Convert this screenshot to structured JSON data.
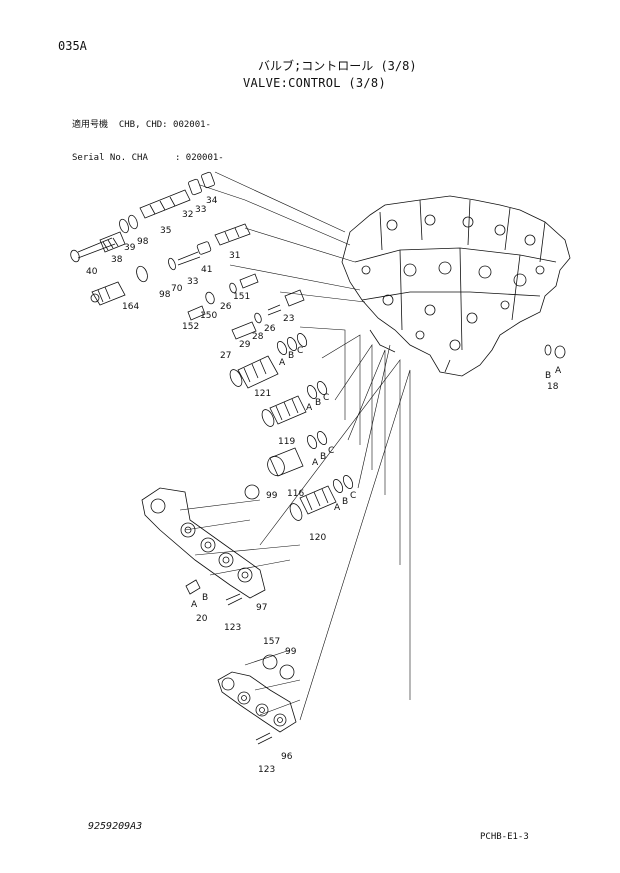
{
  "header": {
    "page_id": "035A",
    "title_jp": "バルブ;コントロール (3/8)",
    "title_en": "VALVE:CONTROL (3/8)",
    "serial_lines": [
      "適用号機  CHB, CHD: 002001-",
      "Serial No. CHA     : 020001-"
    ]
  },
  "footer": {
    "doc_code": "9259209A3",
    "page_code": "PCHB-E1-3"
  },
  "callouts": {
    "p34": "34",
    "p32": "32",
    "p33a": "33",
    "p35": "35",
    "p39": "39",
    "p98a": "98",
    "p38": "38",
    "p40": "40",
    "p31": "31",
    "p41": "41",
    "p33b": "33",
    "p70": "70",
    "p98b": "98",
    "p164": "164",
    "p151": "151",
    "p26a": "26",
    "p150": "150",
    "p152": "152",
    "p23": "23",
    "p26b": "26",
    "p28": "28",
    "p29": "29",
    "p27": "27",
    "p121": "121",
    "p119": "119",
    "p116": "116",
    "p120": "120",
    "p99a": "99",
    "p97": "97",
    "p20": "20",
    "p123a": "123",
    "p157": "157",
    "p99b": "99",
    "p96": "96",
    "p123b": "123",
    "p18": "18",
    "A1": "A",
    "B1": "B",
    "C1": "C",
    "A2": "A",
    "B2": "B",
    "C2": "C",
    "A3": "A",
    "B3": "B",
    "C3": "C",
    "A4": "A",
    "B4": "B",
    "C4": "C",
    "A5": "A",
    "B5": "B",
    "A6": "A",
    "B6": "B"
  }
}
